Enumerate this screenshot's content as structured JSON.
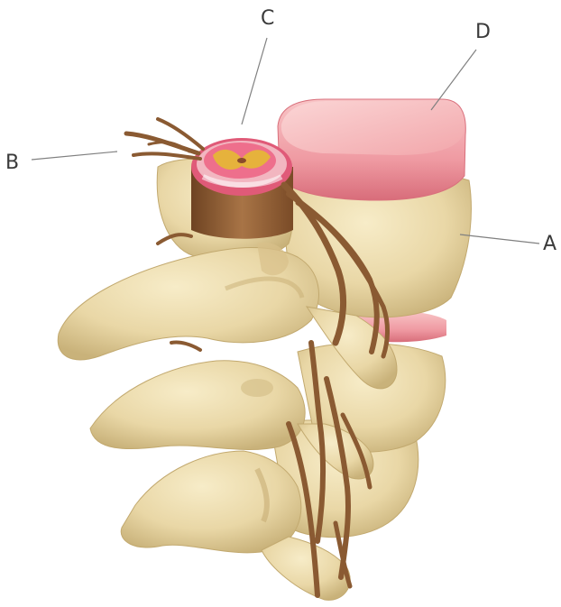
{
  "labels": {
    "a": "A",
    "b": "B",
    "c": "C",
    "d": "D"
  },
  "colors": {
    "bone": "#ecdcb0",
    "bone_shadow": "#c7b07a",
    "disc": "#f0a0a6",
    "disc_edge": "#d9707c",
    "nerve": "#8a5a32",
    "cord_outer": "#e05a78",
    "cord_inner": "#e6b23c",
    "leader_line": "#808080"
  }
}
